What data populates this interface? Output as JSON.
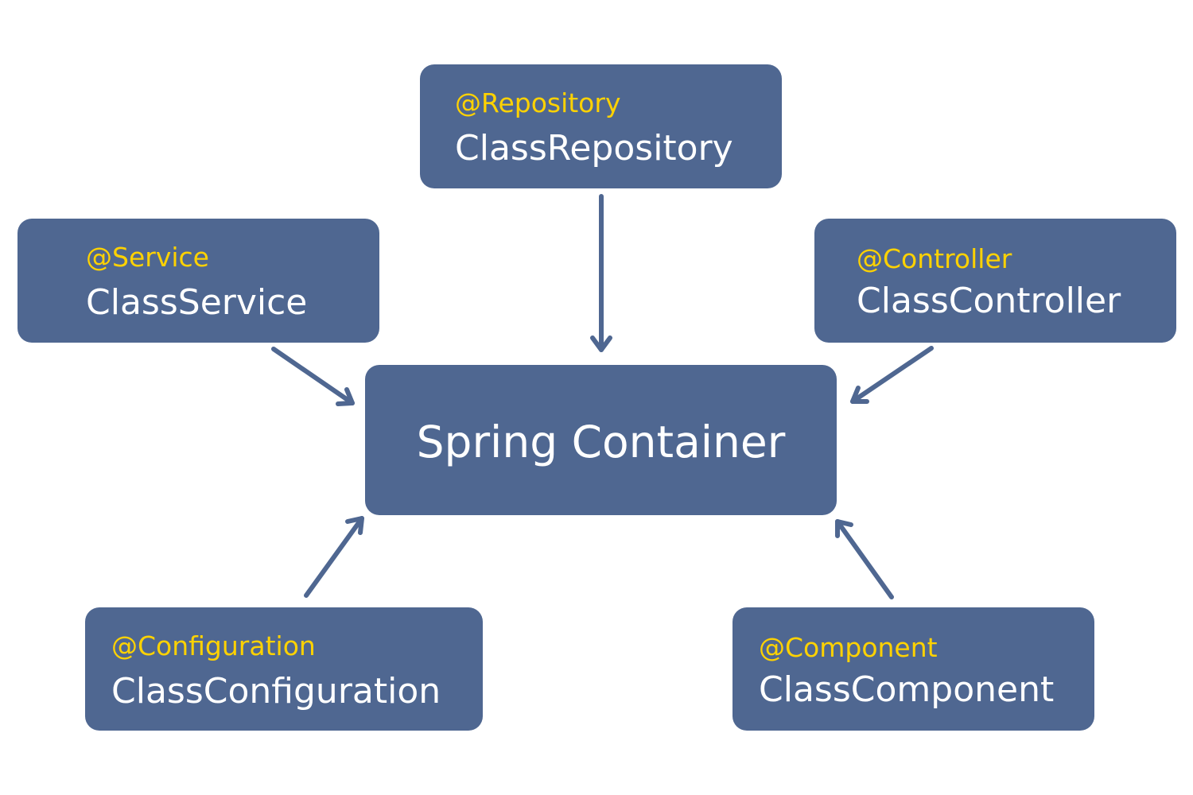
{
  "colors": {
    "box_fill": "#4f6791",
    "annotation_text": "#ffd200",
    "class_text": "#ffffff",
    "arrow": "#4f6791",
    "background": "#ffffff"
  },
  "center": {
    "label": "Spring Container"
  },
  "nodes": {
    "repository": {
      "annotation": "@Repository",
      "class_name": "ClassRepository"
    },
    "service": {
      "annotation": "@Service",
      "class_name": "ClassService"
    },
    "controller": {
      "annotation": "@Controller",
      "class_name": "ClassController"
    },
    "configuration": {
      "annotation": "@Configuration",
      "class_name": "ClassConfiguration"
    },
    "component": {
      "annotation": "@Component",
      "class_name": "ClassComponent"
    }
  },
  "edges": [
    {
      "from": "repository",
      "to": "center"
    },
    {
      "from": "service",
      "to": "center"
    },
    {
      "from": "controller",
      "to": "center"
    },
    {
      "from": "configuration",
      "to": "center"
    },
    {
      "from": "component",
      "to": "center"
    }
  ]
}
